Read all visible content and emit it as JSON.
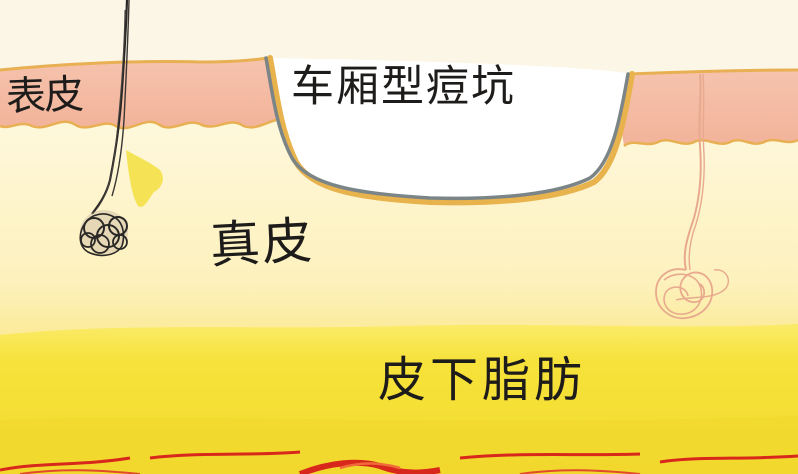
{
  "labels": {
    "epidermis": "表皮",
    "scar": "车厢型痘坑",
    "dermis": "真皮",
    "subcutaneous_fat": "皮下脂肪"
  },
  "colors": {
    "background": "#fbf6e6",
    "epidermis": "#f2b7a0",
    "epidermis_border": "#e8b052",
    "dermis": "#fdf3c8",
    "fat": "#f7e43a",
    "scar_interior": "#ffffff",
    "scar_outline": "#7b8588",
    "hair_left": "#2a2826",
    "hair_right": "#e8a98e",
    "blood_vessel": "#d8281c",
    "text": "#1e1c1a"
  },
  "icons": {
    "left_structure": "hair-follicle-icon",
    "right_structure": "sweat-gland-icon",
    "gland": "sebaceous-gland-icon"
  }
}
